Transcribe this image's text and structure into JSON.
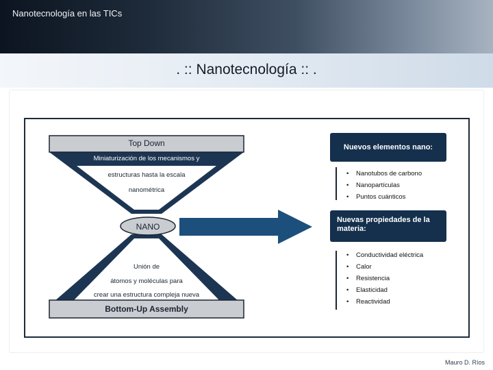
{
  "header": {
    "title": "Nanotecnología en las TICs"
  },
  "slide": {
    "title": ". :: Nanotecnología :: ."
  },
  "diagram": {
    "top_label": "Top Down",
    "top_desc": [
      "Miniaturización de los mecanismos y",
      "estructuras hasta la escala",
      "nanométrica"
    ],
    "nano_label": "NANO",
    "bottom_desc": [
      "Unión de",
      "átomos y moléculas para",
      "crear una estructura compleja nueva"
    ],
    "bottom_label": "Bottom-Up Assembly",
    "new_elements": {
      "title": "Nuevos elementos nano:",
      "items": [
        "Nanotubos de carbono",
        "Nanopartículas",
        "Puntos cuánticos"
      ]
    },
    "new_properties": {
      "title": "Nuevas propiedades de la materia:",
      "items": [
        "Conductividad eléctrica",
        "Calor",
        "Resistencia",
        "Elasticidad",
        "Reactividad"
      ]
    },
    "bullet_char": "•"
  },
  "footer": {
    "author": "Mauro D. Ríos"
  },
  "colors": {
    "box_dark": "#15304d",
    "gray_bar": "#c9ccd1",
    "arrow": "#1d4f7c"
  }
}
